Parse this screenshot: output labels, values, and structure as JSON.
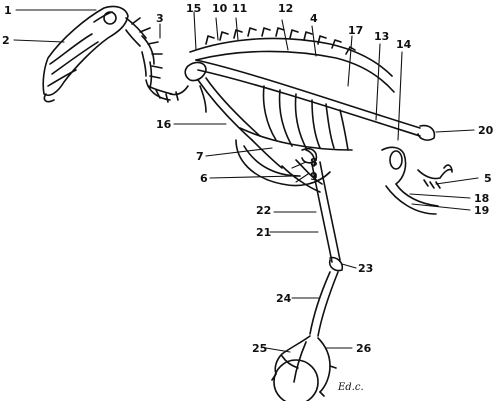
{
  "labels": {
    "l1": "1",
    "l2": "2",
    "l3": "3",
    "l4": "4",
    "l5": "5",
    "l6": "6",
    "l7": "7",
    "l8": "8",
    "l9": "9",
    "l10": "10",
    "l11": "11",
    "l12": "12",
    "l13": "13",
    "l14": "14",
    "l15": "15",
    "l16": "16",
    "l17": "17",
    "l18": "18",
    "l19": "19",
    "l20": "20",
    "l21": "21",
    "l22": "22",
    "l23": "23",
    "l24": "24",
    "l25": "25",
    "l26": "26"
  },
  "signature": "Ed.c.",
  "colors": {
    "ink": "#111111",
    "background": "#ffffff"
  }
}
